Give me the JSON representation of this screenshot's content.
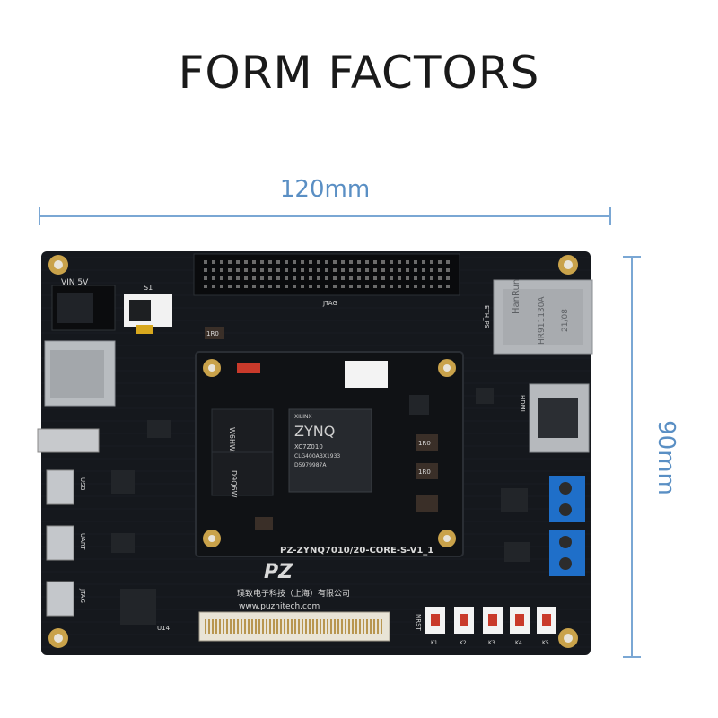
{
  "heading": "FORM FACTORS",
  "dimensions": {
    "width_label": "120mm",
    "height_label": "90mm"
  },
  "board": {
    "power_label": "VIN 5V",
    "switch_label": "S1",
    "core_label": "PZ-ZYNQ7010/20-CORE-S-V1_1",
    "brand_logo": "PZ",
    "company_name": "璞致电子科技（上海）有限公司",
    "website": "www.puzhitech.com",
    "zynq_brand": "ZYNQ",
    "fpga_vendor": "XILINX",
    "fpga_part": "XC7Z010",
    "fpga_code": "CLG400ABX1933",
    "fpga_lot": "D5979987A",
    "ram_marking_top": "W6HWS",
    "ram_marking_bottom": "D9Q6W",
    "rj45_brand": "HanRun",
    "rj45_model": "HR911130A",
    "rj45_date": "21/08",
    "reset_label": "NRST",
    "port_labels": [
      "USB",
      "UART",
      "JTAG"
    ],
    "hdmi_label": "HDMI",
    "eth_label": "ETH_PS",
    "jtag_label": "JTAG",
    "resistor_label": "1R0",
    "key_labels": [
      "K1",
      "K2",
      "K3",
      "K4",
      "K5"
    ],
    "chip_u14": "U14"
  },
  "colors": {
    "pcb": "#15181d",
    "gold": "#c9a24a",
    "dimension": "#7aa7d4"
  }
}
